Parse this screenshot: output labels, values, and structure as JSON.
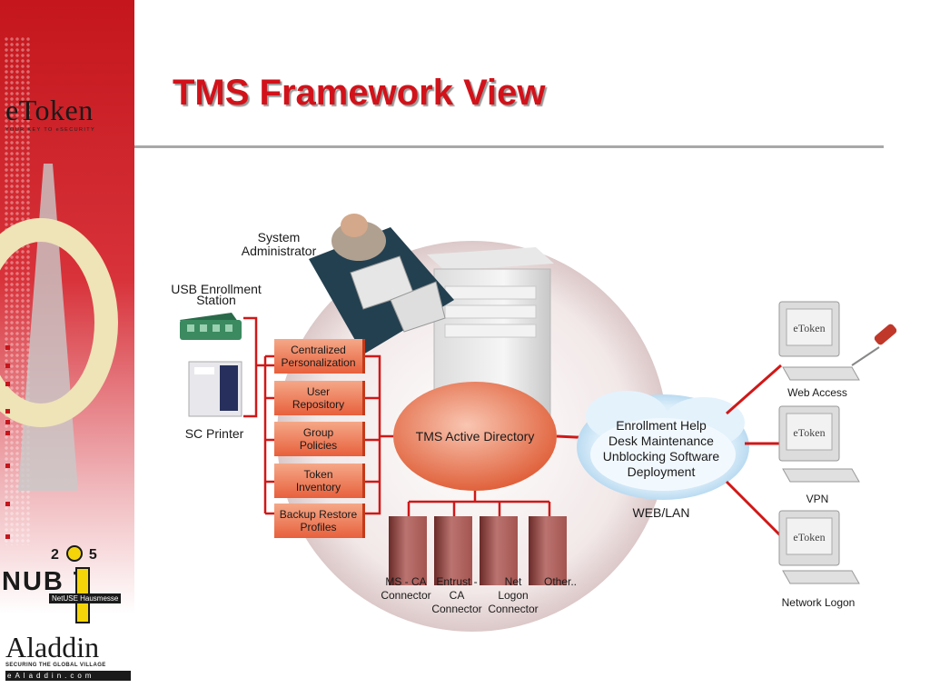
{
  "sidebar": {
    "etoken_logo": "eToken",
    "etoken_tagline": "YOUR KEY TO eSECURITY",
    "year_prefix": "2",
    "year_suffix": "5",
    "nubit_text": "NUB T",
    "nubit_tag": "NetUSE Hausmesse",
    "aladdin_logo": "Aladdin",
    "aladdin_tagline": "SECURING THE GLOBAL VILLAGE",
    "aladdin_url": "eAladdin.com"
  },
  "slide": {
    "title": "TMS Framework View"
  },
  "diagram": {
    "system_administrator": [
      "System",
      "Administrator"
    ],
    "usb_enrollment": [
      "USB Enrollment",
      "Station"
    ],
    "sc_printer": "SC Printer",
    "functions": [
      [
        "Centralized",
        "Personalization"
      ],
      [
        "User",
        "Repository"
      ],
      [
        "Group",
        "Policies"
      ],
      [
        "Token",
        "Inventory"
      ],
      [
        "Backup Restore",
        "Profiles"
      ]
    ],
    "active_directory": "TMS Active Directory",
    "cloud_lines": [
      "Enrollment Help",
      "Desk Maintenance",
      "Unblocking Software",
      "Deployment"
    ],
    "web_lan": "WEB/LAN",
    "connectors": [
      [
        "MS - CA",
        "Connector"
      ],
      [
        "Entrust -",
        "CA",
        "Connector"
      ],
      [
        "Net",
        "Logon",
        "Connector"
      ],
      [
        "Other.."
      ]
    ],
    "clients": [
      "Web Access",
      "VPN",
      "Network Logon"
    ],
    "monitor_logo": "eToken"
  },
  "colors": {
    "accent_red": "#d2121a",
    "box_orange": "#e8603c",
    "connector_line": "#d01818",
    "cloud_blue": "#bcdcf0"
  }
}
